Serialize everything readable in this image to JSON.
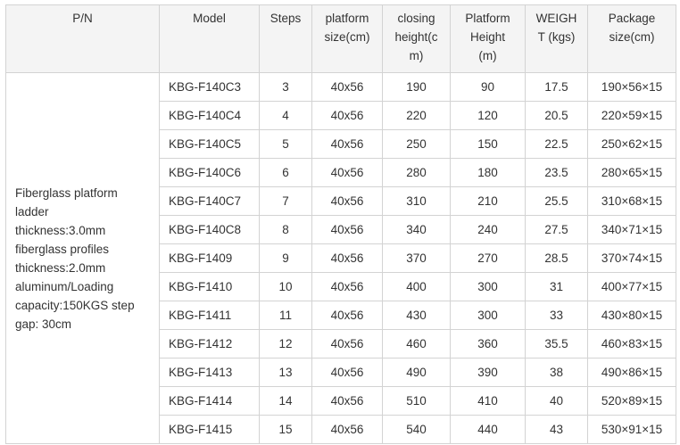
{
  "headers": [
    "P/N",
    "Model",
    "Steps",
    "platform size(cm)",
    "closing height(cm)",
    "Platform Height (m)",
    "WEIGHT (kgs)",
    "Package size(cm)"
  ],
  "header_lines": [
    [
      "P/N"
    ],
    [
      "Model"
    ],
    [
      "Steps"
    ],
    [
      "platform",
      "size(cm)"
    ],
    [
      "closing",
      "height(c",
      "m)"
    ],
    [
      "Platform",
      "Height",
      "(m)"
    ],
    [
      "WEIGH",
      "T (kgs)"
    ],
    [
      "Package",
      "size(cm)"
    ]
  ],
  "pn_description_lines": [
    "Fiberglass platform",
    "ladder",
    "thickness:3.0mm",
    "fiberglass profiles",
    "thickness:2.0mm",
    "aluminum/Loading",
    "capacity:150KGS step",
    "gap: 30cm"
  ],
  "rows": [
    {
      "model": "KBG-F140C3",
      "steps": "3",
      "platform": "40x56",
      "closing": "190",
      "pheight": "90",
      "weight": "17.5",
      "package": "190×56×15"
    },
    {
      "model": "KBG-F140C4",
      "steps": "4",
      "platform": "40x56",
      "closing": "220",
      "pheight": "120",
      "weight": "20.5",
      "package": "220×59×15"
    },
    {
      "model": "KBG-F140C5",
      "steps": "5",
      "platform": "40x56",
      "closing": "250",
      "pheight": "150",
      "weight": "22.5",
      "package": "250×62×15"
    },
    {
      "model": "KBG-F140C6",
      "steps": "6",
      "platform": "40x56",
      "closing": "280",
      "pheight": "180",
      "weight": "23.5",
      "package": "280×65×15"
    },
    {
      "model": "KBG-F140C7",
      "steps": "7",
      "platform": "40x56",
      "closing": "310",
      "pheight": "210",
      "weight": "25.5",
      "package": "310×68×15"
    },
    {
      "model": "KBG-F140C8",
      "steps": "8",
      "platform": "40x56",
      "closing": "340",
      "pheight": "240",
      "weight": "27.5",
      "package": "340×71×15"
    },
    {
      "model": "KBG-F1409",
      "steps": "9",
      "platform": "40x56",
      "closing": "370",
      "pheight": "270",
      "weight": "28.5",
      "package": "370×74×15"
    },
    {
      "model": "KBG-F1410",
      "steps": "10",
      "platform": "40x56",
      "closing": "400",
      "pheight": "300",
      "weight": "31",
      "package": "400×77×15"
    },
    {
      "model": "KBG-F1411",
      "steps": "11",
      "platform": "40x56",
      "closing": "430",
      "pheight": "300",
      "weight": "33",
      "package": "430×80×15"
    },
    {
      "model": "KBG-F1412",
      "steps": "12",
      "platform": "40x56",
      "closing": "460",
      "pheight": "360",
      "weight": "35.5",
      "package": "460×83×15"
    },
    {
      "model": "KBG-F1413",
      "steps": "13",
      "platform": "40x56",
      "closing": "490",
      "pheight": "390",
      "weight": "38",
      "package": "490×86×15"
    },
    {
      "model": "KBG-F1414",
      "steps": "14",
      "platform": "40x56",
      "closing": "510",
      "pheight": "410",
      "weight": "40",
      "package": "520×89×15"
    },
    {
      "model": "KBG-F1415",
      "steps": "15",
      "platform": "40x56",
      "closing": "540",
      "pheight": "440",
      "weight": "43",
      "package": "530×91×15"
    }
  ],
  "colors": {
    "border": "#d3d3d3",
    "header_bg": "#f4f4f4",
    "text": "#333333"
  }
}
